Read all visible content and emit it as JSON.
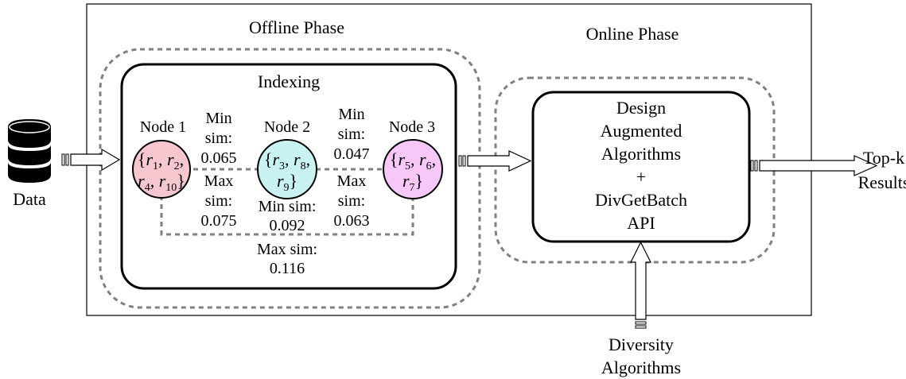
{
  "phases": {
    "offline": "Offline Phase",
    "online": "Online Phase",
    "indexing": "Indexing"
  },
  "nodes": [
    {
      "label": "Node 1",
      "records": [
        "1",
        "2",
        "4",
        "10"
      ],
      "color": "#f6c7cf"
    },
    {
      "label": "Node 2",
      "records": [
        "3",
        "8",
        "9"
      ],
      "color": "#c9f3f3"
    },
    {
      "label": "Node 3",
      "records": [
        "5",
        "6",
        "7"
      ],
      "color": "#f6c7f7"
    }
  ],
  "edges": {
    "n1_n2": {
      "min_line1": "Min",
      "min_line2": "sim:",
      "min_value": "0.065",
      "max_line1": "Max",
      "max_line2": "sim:",
      "max_value": "0.075"
    },
    "n2_n3": {
      "min_line1": "Min",
      "min_line2": "sim:",
      "min_value": "0.047",
      "max_line1": "Max",
      "max_line2": "sim:",
      "max_value": "0.063"
    },
    "n1_n3": {
      "min_line1": "Min sim:",
      "min_value": "0.092",
      "max_line1": "Max sim:",
      "max_value": "0.116"
    }
  },
  "data_label": "Data",
  "online_box": [
    "Design",
    "Augmented",
    "Algorithms",
    "+",
    "DivGetBatch",
    "API"
  ],
  "results": [
    "Top-k",
    "Results"
  ],
  "diversity": [
    "Diversity",
    "Algorithms"
  ],
  "colors": {
    "dashed": "#808080",
    "stroke": "#000000"
  }
}
